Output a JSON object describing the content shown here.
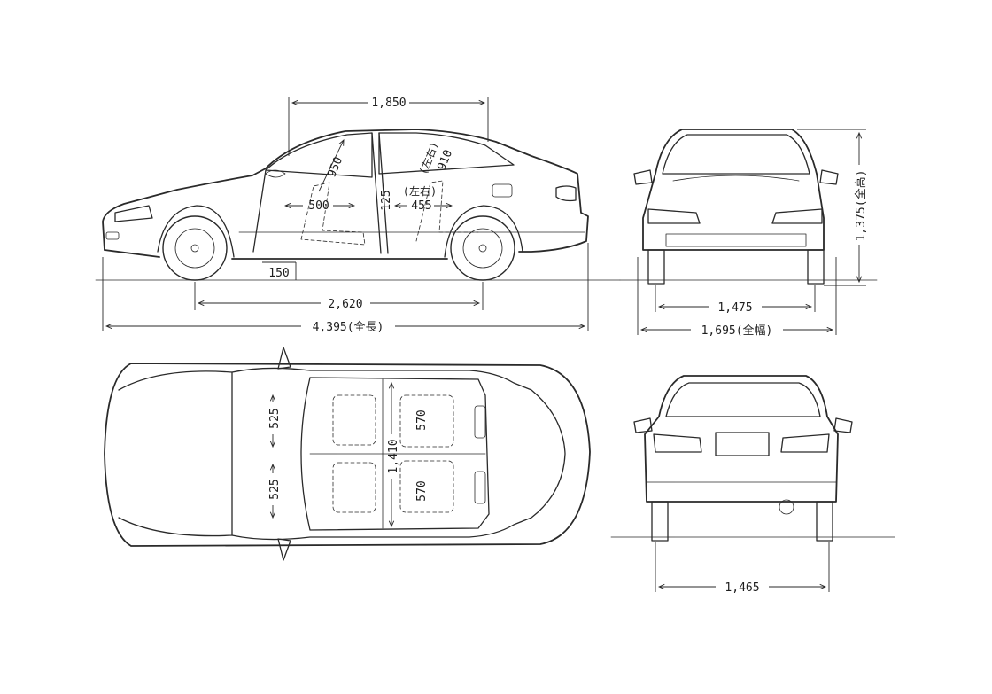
{
  "colors": {
    "line": "#2a2a2a",
    "background": "#ffffff"
  },
  "side_view": {
    "roof_length": "1,850",
    "front_seat_height": "950",
    "rear_seat_height": "910",
    "rear_seat_height_note": "(左右)",
    "front_legroom": "500",
    "center_gap": "125",
    "rear_knee_note": "(左右)",
    "rear_legroom": "455",
    "ground_clearance": "150",
    "wheelbase": "2,620",
    "overall_length": "4,395(全長)"
  },
  "front_view": {
    "overall_height": "1,375(全高)",
    "front_track": "1,475",
    "overall_width": "1,695(全幅)"
  },
  "top_view": {
    "front_seat_width_left": "525",
    "front_seat_width_right": "525",
    "rear_seat_width_left": "570",
    "rear_seat_width_right": "570",
    "cabin_width": "1,410"
  },
  "rear_view": {
    "rear_track": "1,465"
  }
}
